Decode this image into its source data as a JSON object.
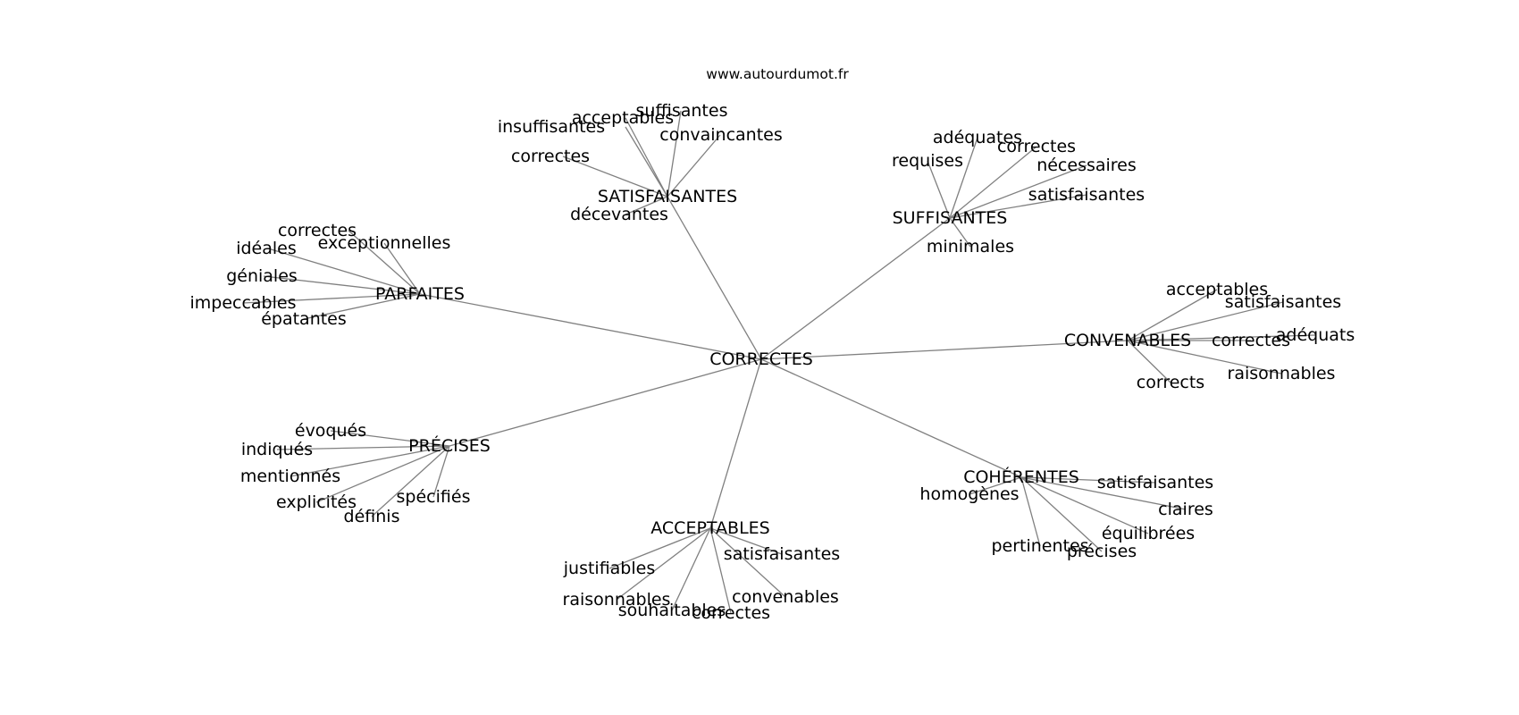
{
  "source": "www.autourdumot.fr",
  "center": "CORRECTES",
  "colors": {
    "edge": "#808080",
    "text": "#000000",
    "background": "#ffffff"
  },
  "clusters": [
    {
      "name": "SATISFAISANTES",
      "leaves": [
        "insuffisantes",
        "acceptables",
        "suffisantes",
        "convaincantes",
        "correctes",
        "décevantes"
      ]
    },
    {
      "name": "SUFFISANTES",
      "leaves": [
        "adéquates",
        "correctes",
        "requises",
        "nécessaires",
        "satisfaisantes",
        "minimales"
      ]
    },
    {
      "name": "PARFAITES",
      "leaves": [
        "correctes",
        "exceptionnelles",
        "idéales",
        "géniales",
        "impeccables",
        "épatantes"
      ]
    },
    {
      "name": "CONVENABLES",
      "leaves": [
        "acceptables",
        "satisfaisantes",
        "correctes",
        "adéquats",
        "raisonnables",
        "corrects"
      ]
    },
    {
      "name": "PRÉCISES",
      "leaves": [
        "évoqués",
        "indiqués",
        "mentionnés",
        "explicités",
        "spécifiés",
        "définis"
      ]
    },
    {
      "name": "COHÉRENTES",
      "leaves": [
        "satisfaisantes",
        "homogènes",
        "claires",
        "équilibrées",
        "pertinentes",
        "précises"
      ]
    },
    {
      "name": "ACCEPTABLES",
      "leaves": [
        "justifiables",
        "satisfaisantes",
        "raisonnables",
        "convenables",
        "souhaitables",
        "correctes"
      ]
    }
  ]
}
